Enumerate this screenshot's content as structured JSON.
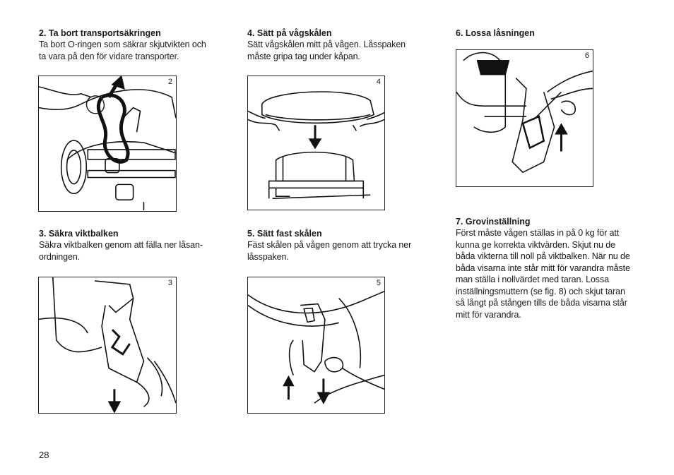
{
  "sections": [
    {
      "id": "s2",
      "heading": "2. Ta bort transportsäkringen",
      "lines": [
        "Ta bort O-ringen som säkrar skjutvikten och",
        "ta vara på den för vidare transporter."
      ],
      "figure_label": "2",
      "figure_icon": "o-ring-removal-illustration"
    },
    {
      "id": "s3",
      "heading": "3. Säkra viktbalken",
      "lines": [
        "Säkra viktbalken genom att fälla ner låsan-",
        "ordningen."
      ],
      "figure_label": "3",
      "figure_icon": "lock-down-illustration"
    },
    {
      "id": "s4",
      "heading": "4. Sätt på vågskålen",
      "lines": [
        "Sätt vågskålen mitt på vågen. Låsspaken",
        "måste gripa tag under kåpan."
      ],
      "figure_label": "4",
      "figure_icon": "scale-bowl-placement-illustration"
    },
    {
      "id": "s5",
      "heading": "5. Sätt fast skålen",
      "lines": [
        "Fäst skålen på vågen genom att trycka ner",
        "låsspaken."
      ],
      "figure_label": "5",
      "figure_icon": "bowl-lock-illustration"
    },
    {
      "id": "s6",
      "heading": "6. Lossa låsningen",
      "lines": [],
      "figure_label": "6",
      "figure_icon": "unlock-illustration"
    },
    {
      "id": "s7",
      "heading": "7. Grovinställning",
      "lines": [
        "Först måste vågen ställas in på 0 kg för att",
        "kunna ge korrekta viktvärden. Skjut  nu de",
        "båda vikterna till noll på viktbalken. När nu de",
        "båda visarna inte står mitt för varandra måste",
        "man ställa i nollvärdet med taran. Lossa",
        "inställningsmuttern (se fig. 8) och skjut taran",
        "så långt på stången tills de båda visarna står",
        "mitt för varandra."
      ]
    }
  ],
  "page_number": "28"
}
